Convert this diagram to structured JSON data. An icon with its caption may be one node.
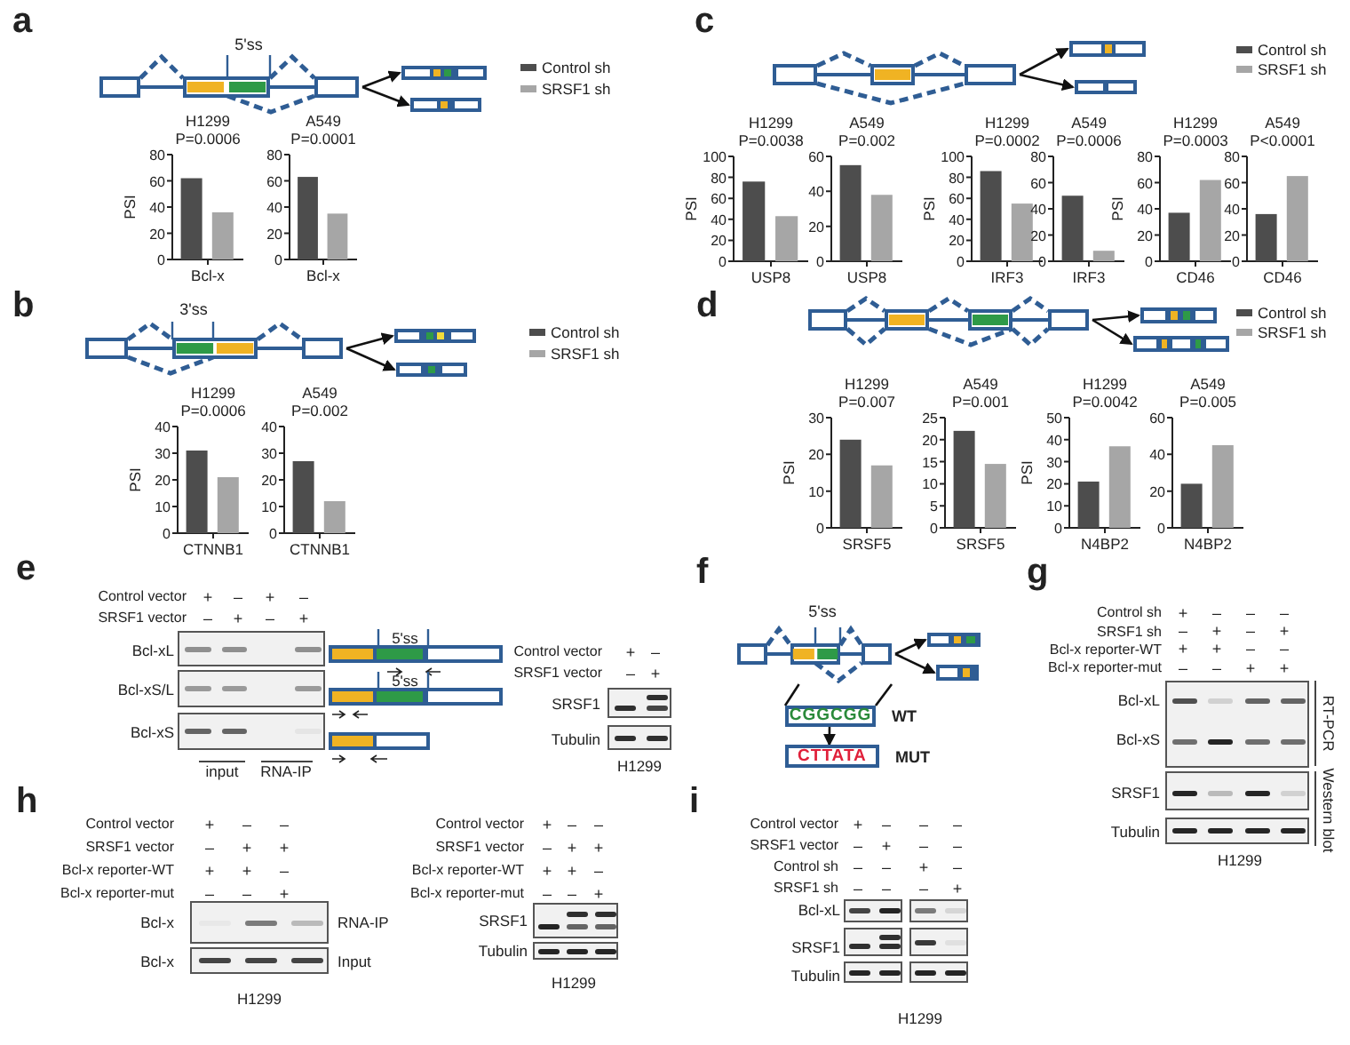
{
  "diagram": {
    "nodes": [
      {
        "text": [],
        "shape": "picture",
        "beside": [
          "5'ss"
        ]
      },
      {
        "text": [],
        "shape": "picture"
      },
      {
        "text": [],
        "shape": "picture"
      },
      {
        "text": [],
        "shape": "picture"
      },
      {
        "text": [],
        "shape": "picture"
      },
      {
        "text": [],
        "shape": "picture"
      },
      {
        "text": [],
        "shape": "picture",
        "beside": [
          "3'ss"
        ]
      },
      {
        "text": [],
        "shape": "picture"
      },
      {
        "text": [],
        "shape": "picture"
      },
      {
        "text": [],
        "shape": "picture"
      },
      {
        "text": [],
        "shape": "picture"
      },
      {
        "text": [],
        "shape": "picture"
      },
      {
        "text": [],
        "shape": "picture",
        "beside": [
          "5'ss"
        ]
      },
      {
        "text": [],
        "shape": "picture"
      },
      {
        "text": [],
        "shape": "picture"
      },
      {
        "text": [
          "CGGCGG"
        ],
        "beside": [
          "WT"
        ]
      },
      {
        "text": [
          "CTTATA"
        ],
        "beside": [
          "MUT"
        ]
      }
    ],
    "edges": [
      {
        "from": 0,
        "to": 1,
        "arrow": "to"
      },
      {
        "from": 0,
        "to": 2,
        "arrow": "to"
      },
      {
        "from": 3,
        "to": 4,
        "arrow": "to"
      },
      {
        "from": 3,
        "to": 5,
        "arrow": "to"
      },
      {
        "from": 6,
        "to": 7,
        "arrow": "to"
      },
      {
        "from": 6,
        "to": 8,
        "arrow": "to"
      },
      {
        "from": 9,
        "to": 10,
        "arrow": "to"
      },
      {
        "from": 9,
        "to": 11,
        "arrow": "to"
      },
      {
        "from": 12,
        "to": 13,
        "arrow": "to"
      },
      {
        "from": 12,
        "to": 14,
        "arrow": "to"
      },
      {
        "from": 12,
        "to": 15,
        "arrow": "none"
      },
      {
        "from": 12,
        "to": 15,
        "arrow": "none"
      },
      {
        "from": 15,
        "to": 16,
        "arrow": "to"
      }
    ],
    "labels": [
      "a",
      "c",
      "b",
      "d",
      "e",
      "Control vector",
      "+",
      "–",
      "+",
      "–",
      "SRSF1 vector",
      "–",
      "+",
      "–",
      "+",
      "Bcl-xL",
      "Bcl-xS/L",
      "Bcl-xS",
      "5'ss",
      "5'ss",
      "input",
      "RNA-IP",
      "Control vector",
      "+",
      "–",
      "SRSF1 vector",
      "–",
      "+",
      "SRSF1",
      "Tubulin",
      "H1299",
      "f",
      "g",
      "Control sh",
      "+",
      "–",
      "–",
      "–",
      "SRSF1 sh",
      "–",
      "+",
      "–",
      "+",
      "Bcl-x reporter-WT",
      "+",
      "+",
      "–",
      "–",
      "Bcl-x reporter-mut",
      "–",
      "–",
      "+",
      "+",
      "Bcl-xL",
      "Bcl-xS",
      "SRSF1",
      "Tubulin",
      "RT-PCR",
      "Western blot",
      "H1299",
      "h",
      "Control vector",
      "+",
      "–",
      "–",
      "SRSF1 vector",
      "–",
      "+",
      "+",
      "Bcl-x reporter-WT",
      "+",
      "+",
      "–",
      "Bcl-x reporter-mut",
      "–",
      "–",
      "+",
      "Bcl-x",
      "RNA-IP",
      "Bcl-x",
      "Input",
      "H1299",
      "Control vector",
      "+",
      "–",
      "–",
      "SRSF1 vector",
      "–",
      "+",
      "+",
      "Bcl-x reporter-WT",
      "+",
      "+",
      "–",
      "Bcl-x reporter-mut",
      "–",
      "–",
      "+",
      "SRSF1",
      "Tubulin",
      "H1299",
      "i",
      "Control vector",
      "+",
      "–",
      "–",
      "–",
      "SRSF1 vector",
      "–",
      "+",
      "–",
      "–",
      "Control sh",
      "–",
      "–",
      "+",
      "–",
      "SRSF1 sh",
      "–",
      "–",
      "–",
      "+",
      "Bcl-xL",
      "SRSF1",
      "Tubulin",
      "H1299"
    ],
    "legend": [
      {
        "text": "Control sh",
        "color": "#4d4d4d"
      },
      {
        "text": "SRSF1 sh",
        "color": "#a6a6a6"
      },
      {
        "text": "Control sh",
        "color": "#4d4d4d"
      },
      {
        "text": "SRSF1 sh",
        "color": "#a6a6a6"
      },
      {
        "text": "Control sh",
        "color": "#4d4d4d"
      },
      {
        "text": "SRSF1 sh",
        "color": "#a6a6a6"
      },
      {
        "text": "Control sh",
        "color": "#4d4d4d"
      },
      {
        "text": "SRSF1 sh",
        "color": "#a6a6a6"
      }
    ],
    "chart_data": [
      {
        "type": "bar",
        "title": "H1299 P=0.0006",
        "ylabel": "PSI",
        "categories": [
          "Bcl-x"
        ],
        "series": [
          {
            "color": "#4d4d4d",
            "values": [
              62
            ]
          },
          {
            "color": "#a6a6a6",
            "values": [
              36
            ]
          }
        ],
        "ylim": [
          0,
          80
        ],
        "yticks": [
          0,
          20,
          40,
          60,
          80
        ]
      },
      {
        "type": "bar",
        "title": "A549 P=0.0001",
        "categories": [
          "Bcl-x"
        ],
        "series": [
          {
            "color": "#4d4d4d",
            "values": [
              63
            ]
          },
          {
            "color": "#a6a6a6",
            "values": [
              35
            ]
          }
        ],
        "ylim": [
          0,
          80
        ],
        "yticks": [
          0,
          20,
          40,
          60,
          80
        ]
      },
      {
        "type": "bar",
        "title": "H1299 P=0.0038",
        "ylabel": "PSI",
        "categories": [
          "USP8"
        ],
        "series": [
          {
            "color": "#4d4d4d",
            "values": [
              76
            ]
          },
          {
            "color": "#a6a6a6",
            "values": [
              43
            ]
          }
        ],
        "ylim": [
          0,
          100
        ],
        "yticks": [
          0,
          20,
          40,
          60,
          80,
          100
        ]
      },
      {
        "type": "bar",
        "title": "A549 P=0.002",
        "categories": [
          "USP8"
        ],
        "series": [
          {
            "color": "#4d4d4d",
            "values": [
              55
            ]
          },
          {
            "color": "#a6a6a6",
            "values": [
              38
            ]
          }
        ],
        "ylim": [
          0,
          60
        ],
        "yticks": [
          0,
          20,
          40,
          60
        ]
      },
      {
        "type": "bar",
        "title": "H1299 P=0.0002",
        "ylabel": "PSI",
        "categories": [
          "IRF3"
        ],
        "series": [
          {
            "color": "#4d4d4d",
            "values": [
              86
            ]
          },
          {
            "color": "#a6a6a6",
            "values": [
              55
            ]
          }
        ],
        "ylim": [
          0,
          100
        ],
        "yticks": [
          0,
          20,
          40,
          60,
          80,
          100
        ]
      },
      {
        "type": "bar",
        "title": "A549 P=0.0006",
        "categories": [
          "IRF3"
        ],
        "series": [
          {
            "color": "#4d4d4d",
            "values": [
              50
            ]
          },
          {
            "color": "#a6a6a6",
            "values": [
              8
            ]
          }
        ],
        "ylim": [
          0,
          80
        ],
        "yticks": [
          0,
          20,
          40,
          60,
          80
        ]
      },
      {
        "type": "bar",
        "title": "H1299 P=0.0003",
        "ylabel": "PSI",
        "categories": [
          "CD46"
        ],
        "series": [
          {
            "color": "#4d4d4d",
            "values": [
              37
            ]
          },
          {
            "color": "#a6a6a6",
            "values": [
              62
            ]
          }
        ],
        "ylim": [
          0,
          80
        ],
        "yticks": [
          0,
          20,
          40,
          60,
          80
        ]
      },
      {
        "type": "bar",
        "title": "A549 P<0.0001",
        "categories": [
          "CD46"
        ],
        "series": [
          {
            "color": "#4d4d4d",
            "values": [
              36
            ]
          },
          {
            "color": "#a6a6a6",
            "values": [
              65
            ]
          }
        ],
        "ylim": [
          0,
          80
        ],
        "yticks": [
          0,
          20,
          40,
          60,
          80
        ]
      },
      {
        "type": "bar",
        "title": "H1299 P=0.0006",
        "ylabel": "PSI",
        "categories": [
          "CTNNB1"
        ],
        "series": [
          {
            "color": "#4d4d4d",
            "values": [
              31
            ]
          },
          {
            "color": "#a6a6a6",
            "values": [
              21
            ]
          }
        ],
        "ylim": [
          0,
          40
        ],
        "yticks": [
          0,
          10,
          20,
          30,
          40
        ]
      },
      {
        "type": "bar",
        "title": "A549 P=0.002",
        "categories": [
          "CTNNB1"
        ],
        "series": [
          {
            "color": "#4d4d4d",
            "values": [
              27
            ]
          },
          {
            "color": "#a6a6a6",
            "values": [
              12
            ]
          }
        ],
        "ylim": [
          0,
          40
        ],
        "yticks": [
          0,
          10,
          20,
          30,
          40
        ]
      },
      {
        "type": "bar",
        "title": "H1299 P=0.007",
        "ylabel": "PSI",
        "categories": [
          "SRSF5"
        ],
        "series": [
          {
            "color": "#4d4d4d",
            "values": [
              24
            ]
          },
          {
            "color": "#a6a6a6",
            "values": [
              17
            ]
          }
        ],
        "ylim": [
          0,
          30
        ],
        "yticks": [
          0,
          10,
          20,
          30
        ]
      },
      {
        "type": "bar",
        "title": "A549 P=0.001",
        "categories": [
          "SRSF5"
        ],
        "series": [
          {
            "color": "#4d4d4d",
            "values": [
              22
            ]
          },
          {
            "color": "#a6a6a6",
            "values": [
              14.5
            ]
          }
        ],
        "ylim": [
          0,
          25
        ],
        "yticks": [
          0,
          5,
          10,
          15,
          20,
          25
        ]
      },
      {
        "type": "bar",
        "title": "H1299 P=0.0042",
        "ylabel": "PSI",
        "categories": [
          "N4BP2"
        ],
        "series": [
          {
            "color": "#4d4d4d",
            "values": [
              21
            ]
          },
          {
            "color": "#a6a6a6",
            "values": [
              37
            ]
          }
        ],
        "ylim": [
          0,
          50
        ],
        "yticks": [
          0,
          10,
          20,
          30,
          40,
          50
        ]
      },
      {
        "type": "bar",
        "title": "A549 P=0.005",
        "categories": [
          "N4BP2"
        ],
        "series": [
          {
            "color": "#4d4d4d",
            "values": [
              24
            ]
          },
          {
            "color": "#a6a6a6",
            "values": [
              45
            ]
          }
        ],
        "ylim": [
          0,
          60
        ],
        "yticks": [
          0,
          20,
          40,
          60
        ]
      }
    ]
  }
}
